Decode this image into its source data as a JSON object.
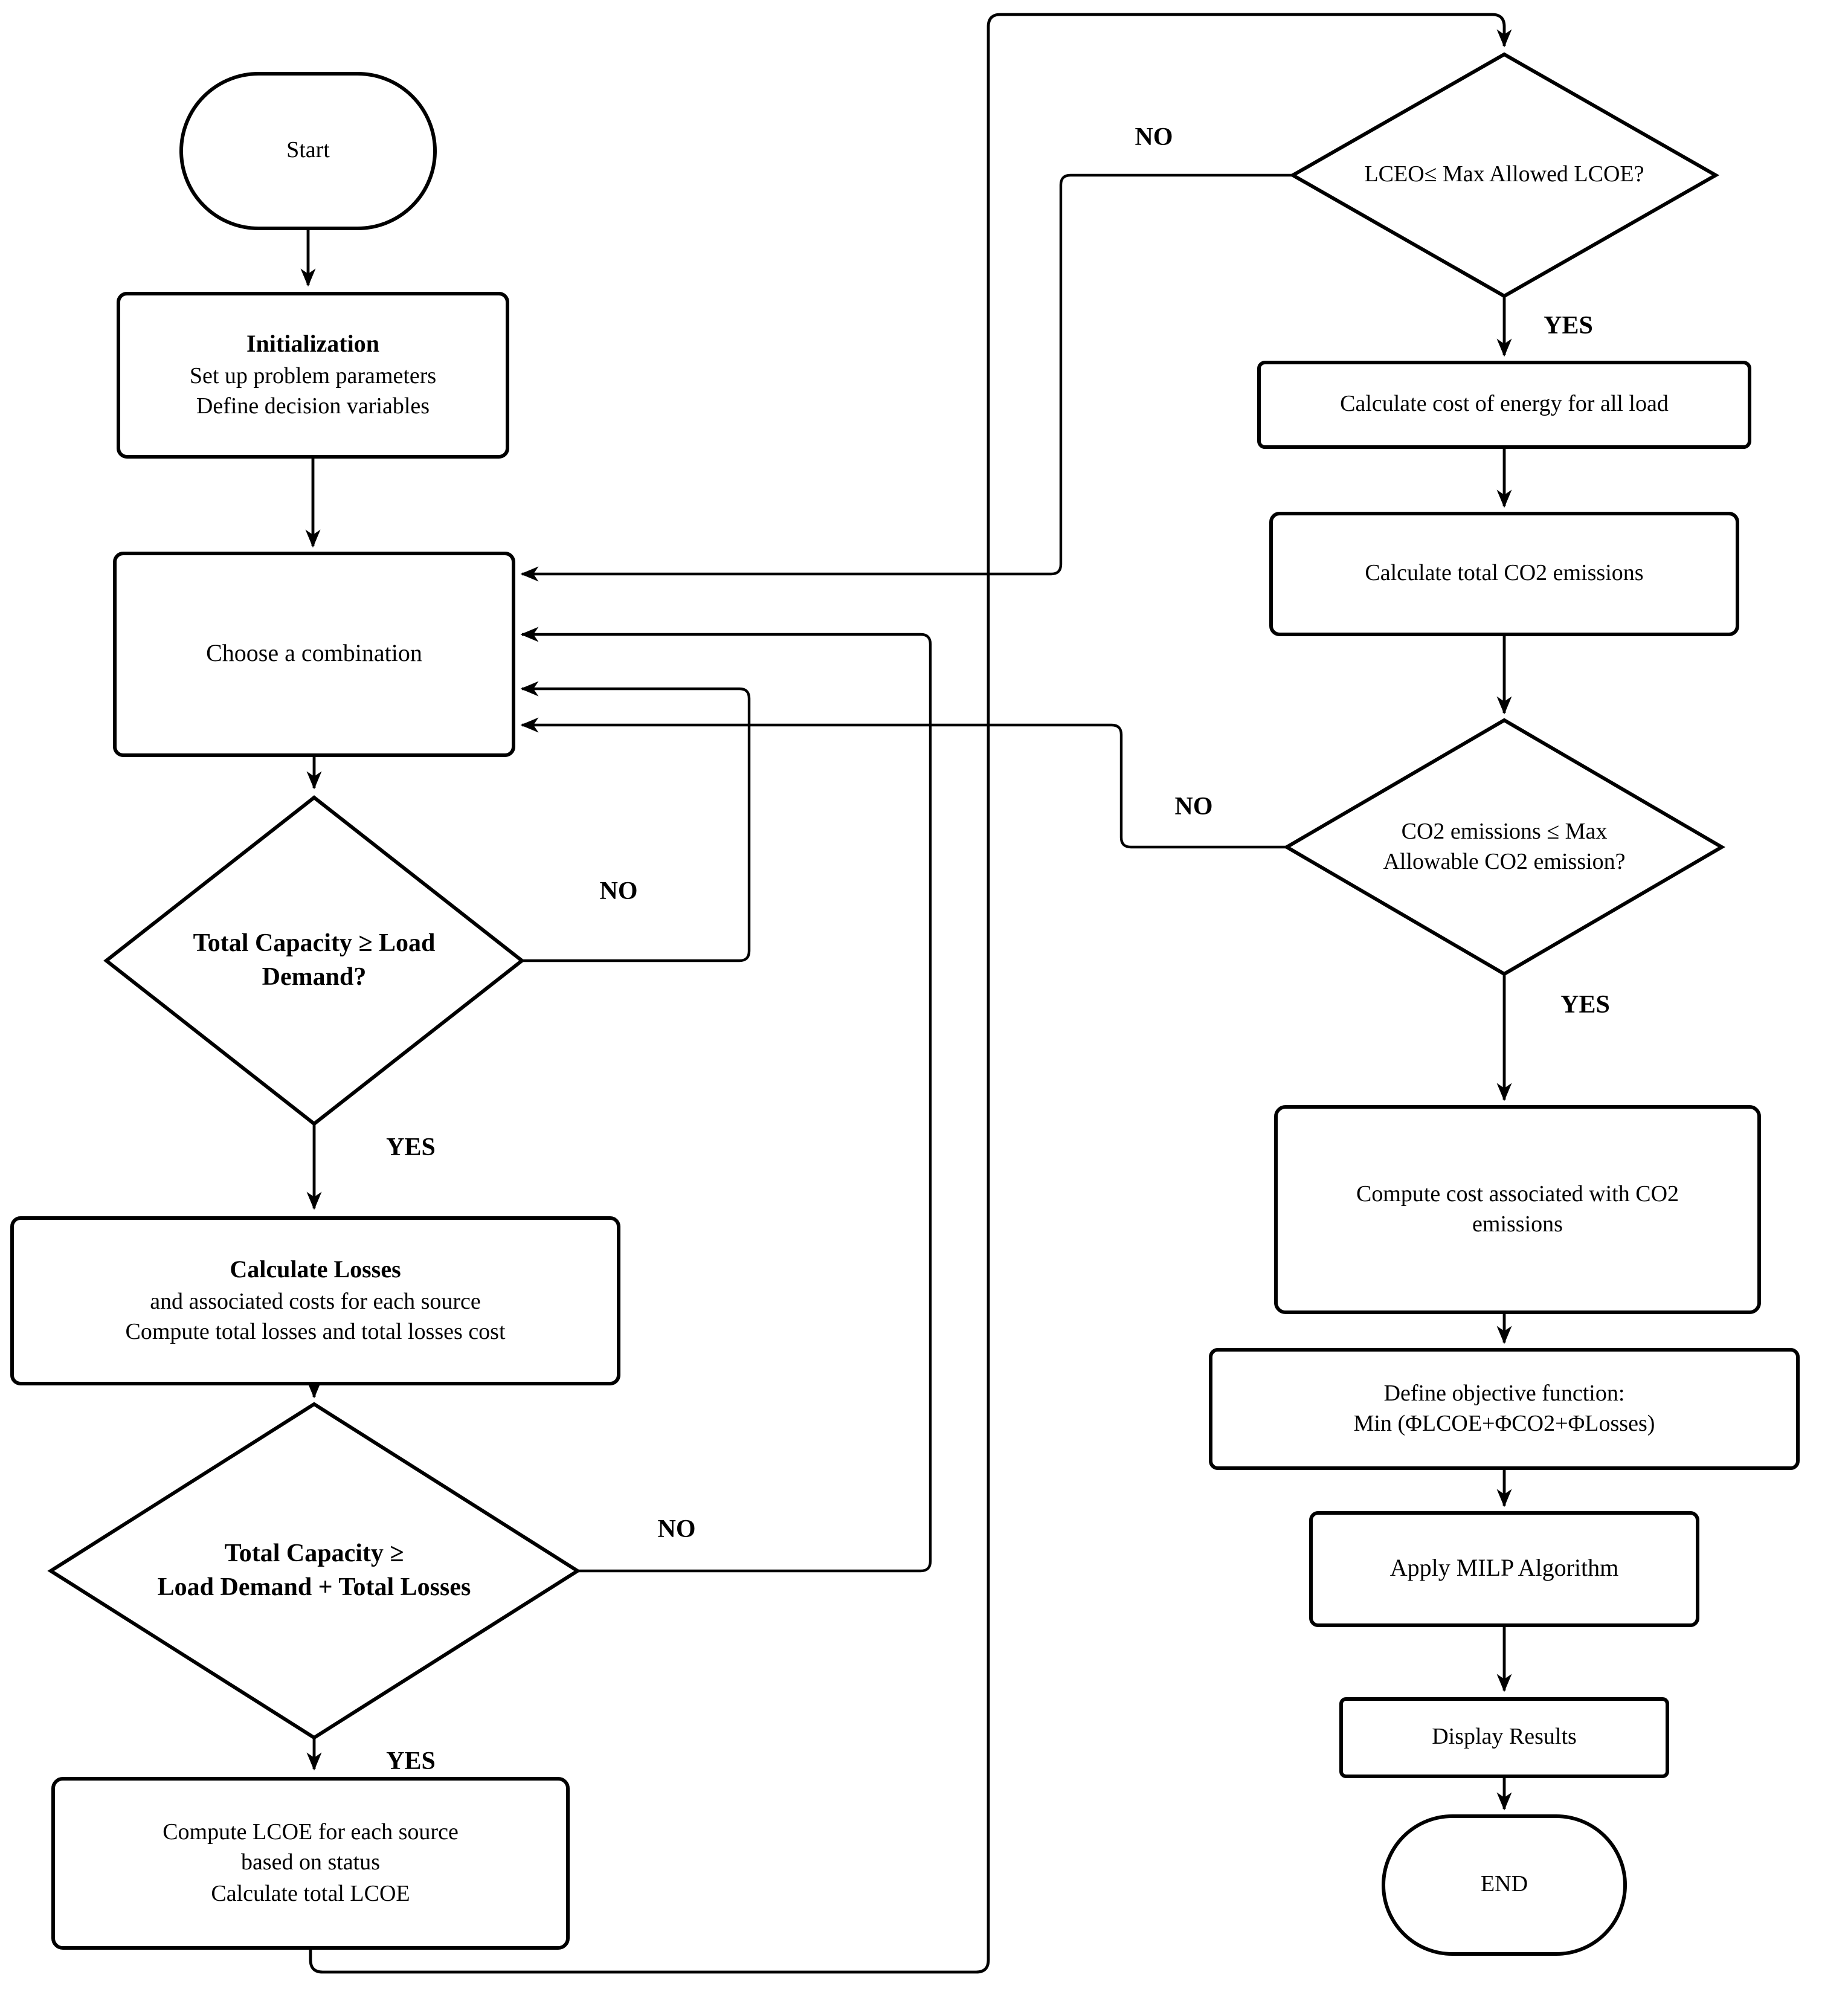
{
  "colors": {
    "stroke": "#000000",
    "background": "#ffffff"
  },
  "nodes": {
    "start": {
      "label": "Start"
    },
    "init": {
      "title": "Initialization",
      "line1": "Set up problem parameters",
      "line2": "Define decision variables"
    },
    "choose": {
      "label": "Choose a combination"
    },
    "d1": {
      "line1": "Total Capacity ≥ Load",
      "line2": "Demand?"
    },
    "calc_losses": {
      "title": "Calculate Losses",
      "line1": "and associated costs for each source",
      "line2": "Compute total losses and total losses cost"
    },
    "d2": {
      "line1": "Total Capacity ≥",
      "line2": "Load Demand + Total Losses"
    },
    "compute_lcoe": {
      "line1": "Compute LCOE for each source",
      "line2": "based on status",
      "line3": "Calculate total LCOE"
    },
    "d_lcoe": {
      "label": "LCEO≤ Max Allowed LCOE?"
    },
    "calc_cost_energy": {
      "label": "Calculate cost of energy for all load"
    },
    "calc_co2": {
      "label": "Calculate total CO2 emissions"
    },
    "d_co2": {
      "line1": "CO2 emissions ≤ Max",
      "line2": "Allowable CO2 emission?"
    },
    "compute_co2_cost": {
      "line1": "Compute cost associated with CO2",
      "line2": "emissions"
    },
    "define_obj": {
      "line1": "Define objective function:",
      "line2": "Min (ΦLCOE+ΦCO2+ΦLosses)"
    },
    "milp": {
      "label": "Apply MILP Algorithm"
    },
    "display": {
      "label": "Display Results"
    },
    "end": {
      "label": "END"
    }
  },
  "edge_labels": {
    "d1_yes": "YES",
    "d1_no": "NO",
    "d2_yes": "YES",
    "d2_no": "NO",
    "lcoe_yes": "YES",
    "lcoe_no": "NO",
    "co2_yes": "YES",
    "co2_no": "NO"
  }
}
